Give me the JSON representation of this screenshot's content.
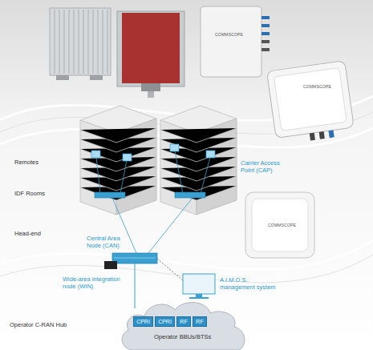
{
  "diagram": {
    "nodes": [
      {
        "text": [
          "Operator BBUs/BTSs"
        ]
      },
      {
        "text": [
          "CPRI"
        ],
        "in": 0
      },
      {
        "text": [
          "CPRI"
        ],
        "in": 0
      },
      {
        "text": [
          "RF"
        ],
        "in": 0
      },
      {
        "text": [
          "RF"
        ],
        "in": 0
      }
    ],
    "labels": [
      "COMMSCOPE",
      "COMMSCOPE",
      "Remotes",
      "Carrier Access Point (CAP)",
      "IDF Rooms",
      "COMMSCOPE",
      "Head-end",
      "Central Area Node (CAN)",
      "Wide-area integration node (WIN)",
      "A.I.M.O.S. management system",
      "Operator C-RAN Hub"
    ]
  }
}
